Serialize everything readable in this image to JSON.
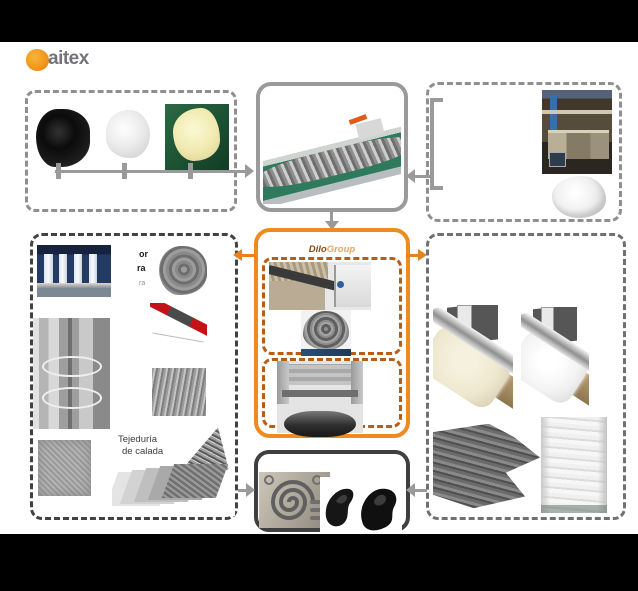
{
  "page": {
    "background": "#ffffff",
    "letterbox_color": "#000000"
  },
  "logo": {
    "text": "aitex",
    "ball_color": "#F2981B",
    "text_color": "#73737a"
  },
  "brand_label": {
    "part1": "Dilo",
    "part2": "Group",
    "part1_color": "#8C4A10",
    "part2_color": "#E9A360"
  },
  "captions": {
    "fiber_fragments": [
      "or",
      "ra",
      "ra"
    ],
    "weaving_line1": "Tejeduría",
    "weaving_line2": "de calada"
  },
  "colors": {
    "orange_border": "#EE8A1F",
    "orange_dashed": "#B85E14",
    "gray_border": "#9A9A9A",
    "dark_border": "#3F3F3F",
    "dashed_gray": "#8F8F8F",
    "dashed_dark": "#424242",
    "dashed_mid": "#707070",
    "arrow_gray": "#9A9A9A",
    "arrow_orange": "#E8821C"
  }
}
